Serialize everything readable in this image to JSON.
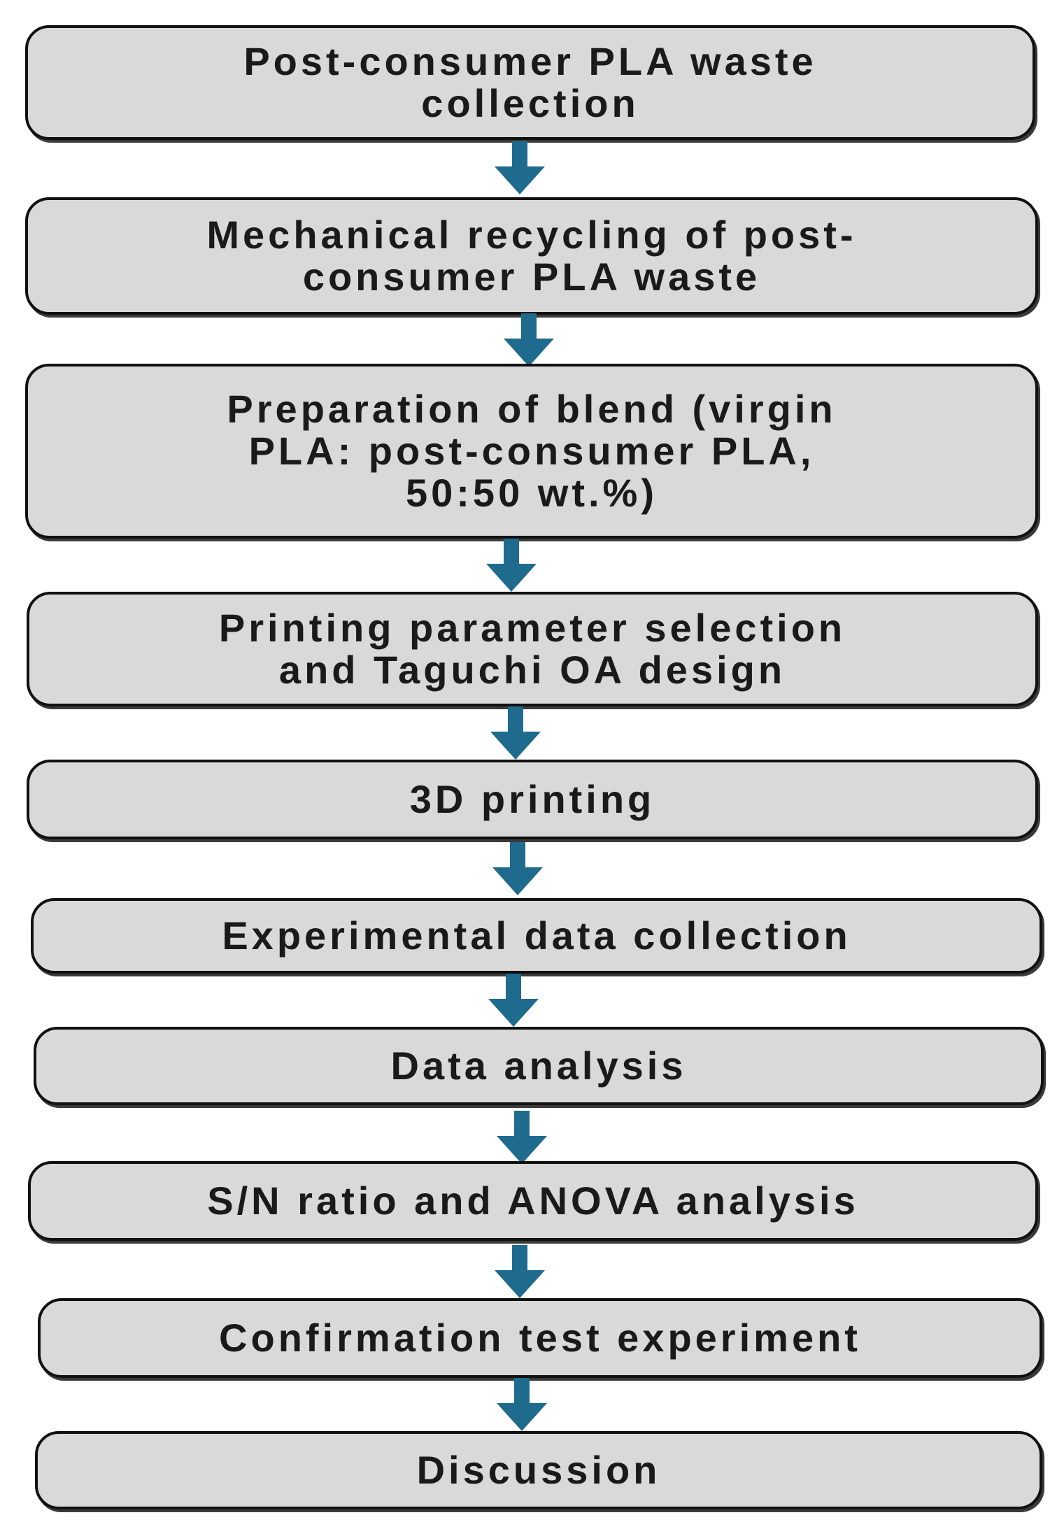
{
  "flowchart": {
    "steps": [
      {
        "label": "Post-consumer PLA waste\ncollection"
      },
      {
        "label": "Mechanical recycling of post-\nconsumer PLA waste"
      },
      {
        "label": "Preparation of blend (virgin\nPLA: post-consumer PLA,\n50:50 wt.%)"
      },
      {
        "label": "Printing parameter selection\nand Taguchi OA design"
      },
      {
        "label": "3D printing"
      },
      {
        "label": "Experimental data collection"
      },
      {
        "label": "Data analysis"
      },
      {
        "label": "S/N ratio and ANOVA analysis"
      },
      {
        "label": "Confirmation test experiment"
      },
      {
        "label": "Discussion"
      }
    ],
    "colors": {
      "box_fill": "#d9d9d9",
      "box_border": "#111111",
      "arrow": "#1f6b8e",
      "text": "#1a1a1a"
    },
    "arrow_icon": "down-arrow-icon"
  }
}
